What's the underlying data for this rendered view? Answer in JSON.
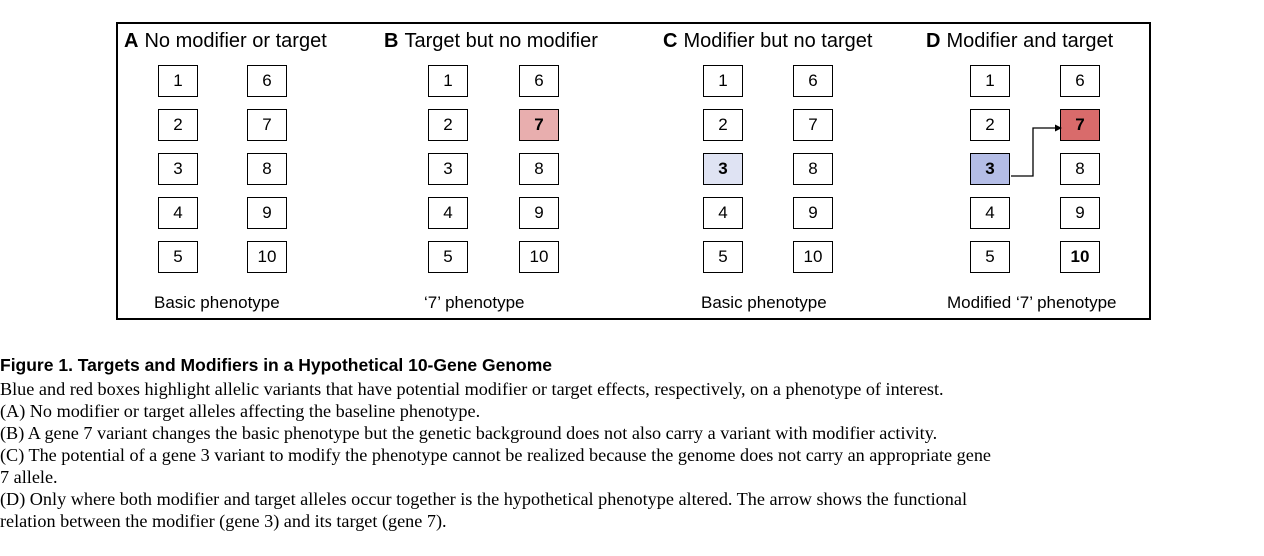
{
  "figure": {
    "panels": [
      {
        "letter": "A",
        "title": "No modifier or target",
        "phenotype": "Basic phenotype",
        "genes": [
          {
            "label": "1",
            "highlight": "none"
          },
          {
            "label": "6",
            "highlight": "none"
          },
          {
            "label": "2",
            "highlight": "none"
          },
          {
            "label": "7",
            "highlight": "none"
          },
          {
            "label": "3",
            "highlight": "none"
          },
          {
            "label": "8",
            "highlight": "none"
          },
          {
            "label": "4",
            "highlight": "none"
          },
          {
            "label": "9",
            "highlight": "none"
          },
          {
            "label": "5",
            "highlight": "none"
          },
          {
            "label": "10",
            "highlight": "none"
          }
        ]
      },
      {
        "letter": "B",
        "title": "Target but no modifier",
        "phenotype": "‘7’ phenotype",
        "genes": [
          {
            "label": "1",
            "highlight": "none"
          },
          {
            "label": "6",
            "highlight": "none"
          },
          {
            "label": "2",
            "highlight": "none"
          },
          {
            "label": "7",
            "highlight": "target-light"
          },
          {
            "label": "3",
            "highlight": "none"
          },
          {
            "label": "8",
            "highlight": "none"
          },
          {
            "label": "4",
            "highlight": "none"
          },
          {
            "label": "9",
            "highlight": "none"
          },
          {
            "label": "5",
            "highlight": "none"
          },
          {
            "label": "10",
            "highlight": "none"
          }
        ]
      },
      {
        "letter": "C",
        "title": "Modifier but no target",
        "phenotype": "Basic phenotype",
        "genes": [
          {
            "label": "1",
            "highlight": "none"
          },
          {
            "label": "6",
            "highlight": "none"
          },
          {
            "label": "2",
            "highlight": "none"
          },
          {
            "label": "7",
            "highlight": "none"
          },
          {
            "label": "3",
            "highlight": "modifier-light"
          },
          {
            "label": "8",
            "highlight": "none"
          },
          {
            "label": "4",
            "highlight": "none"
          },
          {
            "label": "9",
            "highlight": "none"
          },
          {
            "label": "5",
            "highlight": "none"
          },
          {
            "label": "10",
            "highlight": "none"
          }
        ]
      },
      {
        "letter": "D",
        "title": "Modifier and target",
        "phenotype": "Modified ‘7’ phenotype",
        "genes": [
          {
            "label": "1",
            "highlight": "none"
          },
          {
            "label": "6",
            "highlight": "none"
          },
          {
            "label": "2",
            "highlight": "none"
          },
          {
            "label": "7",
            "highlight": "target-dark"
          },
          {
            "label": "3",
            "highlight": "modifier-dark"
          },
          {
            "label": "8",
            "highlight": "none"
          },
          {
            "label": "4",
            "highlight": "none"
          },
          {
            "label": "9",
            "highlight": "none"
          },
          {
            "label": "5",
            "highlight": "none"
          },
          {
            "label": "10",
            "highlight": "bold"
          }
        ]
      }
    ],
    "colors": {
      "target-light": "#e8aeae",
      "target-dark": "#d96b6b",
      "modifier-light": "#dfe3f3",
      "modifier-dark": "#b4bde6"
    }
  },
  "caption": {
    "title": "Figure 1.   Targets and Modifiers in a Hypothetical 10-Gene Genome",
    "lines": [
      "Blue and red boxes highlight allelic variants that have potential modifier or target effects, respectively, on a phenotype of interest.",
      "(A) No modifier or target alleles affecting the baseline phenotype.",
      "(B) A gene 7 variant changes the basic phenotype but the genetic background does not also carry a variant with modifier activity.",
      "(C) The potential of a gene 3 variant to modify the phenotype cannot be realized because the genome does not carry an appropriate gene",
      "7 allele.",
      "(D) Only where both modifier and target alleles occur together is the hypothetical phenotype altered. The arrow shows the functional",
      "relation between the modifier (gene 3) and its target (gene 7)."
    ]
  }
}
